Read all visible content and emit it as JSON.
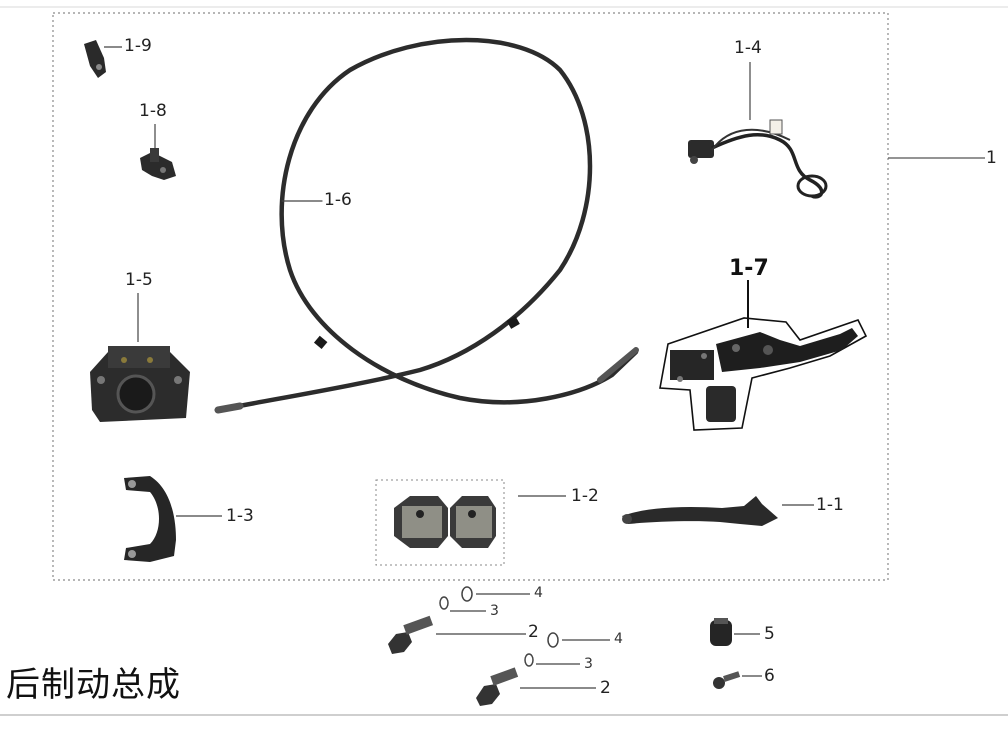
{
  "title": "后制动总成",
  "assembly_label": "1",
  "parts": {
    "p1_1": "1-1",
    "p1_2": "1-2",
    "p1_3": "1-3",
    "p1_4": "1-4",
    "p1_5": "1-5",
    "p1_6": "1-6",
    "p1_7": "1-7",
    "p1_8": "1-8",
    "p1_9": "1-9",
    "p2a": "2",
    "p2b": "2",
    "p3a": "3",
    "p3b": "3",
    "p4a": "4",
    "p4b": "4",
    "p5": "5",
    "p6": "6"
  }
}
